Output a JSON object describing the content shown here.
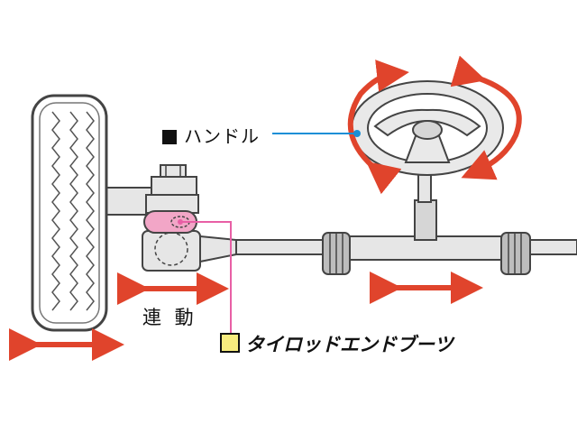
{
  "labels": {
    "handle": "ハンドル",
    "linked": "連 動",
    "tie_rod_end_boot": "タイロッドエンドブーツ"
  },
  "icons": {
    "handle_marker": "black-square",
    "boot_marker": "yellow-square"
  },
  "colors": {
    "arrow": "#e0442c",
    "boot": "#f2a6c7",
    "boot_leader": "#e85fa5",
    "handle_leader": "#1b8fd6",
    "part_fill": "#e6e6e6",
    "outline": "#444444",
    "boot_marker": "#f7ec7e"
  }
}
